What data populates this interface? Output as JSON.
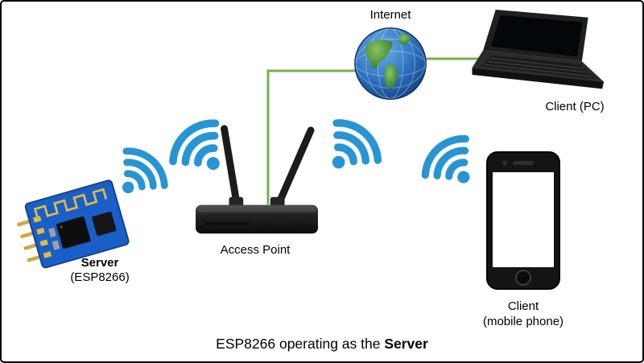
{
  "labels": {
    "internet": "Internet",
    "client_pc": "Client (PC)",
    "access_point": "Access Point",
    "server_title": "Server",
    "server_sub": "(ESP8266)",
    "client_mobile": "Client",
    "client_mobile_sub": "(mobile phone)"
  },
  "caption": {
    "text": "ESP8266 operating as the ",
    "bold": "Server"
  },
  "colors": {
    "wifi_blue": "#2795d3",
    "link_green": "#76b04b",
    "pcb_blue": "#1a5fc8",
    "device_dark": "#1a1a1a",
    "globe_ocean": "#2f74c0",
    "globe_land": "#2e8b3d"
  }
}
